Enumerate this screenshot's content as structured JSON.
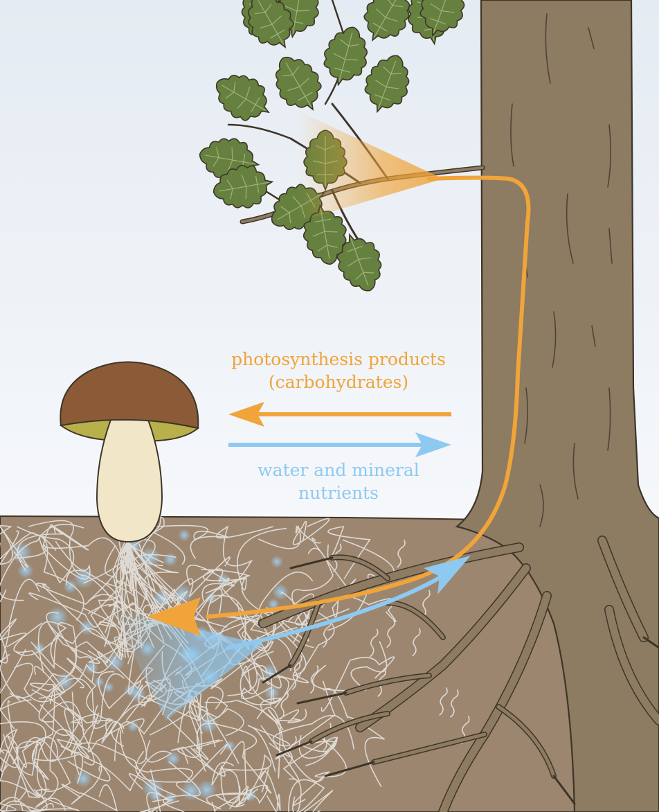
{
  "labels": {
    "carbohydrates_line1": "photosynthesis products",
    "carbohydrates_line2": "(carbohydrates)",
    "water_line1": "water and mineral",
    "water_line2": "nutrients"
  },
  "colors": {
    "orange": "#f0a43a",
    "blue": "#8ec9f2",
    "soil": "#9c8670",
    "trunk": "#8d7b62",
    "leaf": "#66813f",
    "outline": "#3e3528",
    "mushroom_cap": "#8b5a36",
    "mushroom_pores": "#b8b04a",
    "mushroom_stem": "#f2e6c9",
    "hyphae": "#e2dfdb"
  }
}
